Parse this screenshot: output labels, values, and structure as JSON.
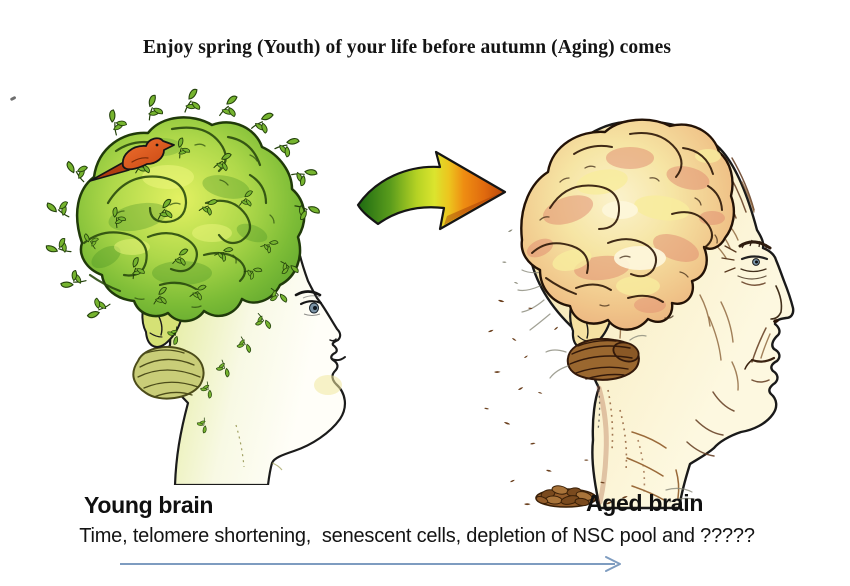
{
  "title": "Enjoy spring (Youth) of your life before autumn (Aging) comes",
  "figures": {
    "left": {
      "name": "young-brain-illustration",
      "label": "Young brain"
    },
    "right": {
      "name": "aged-brain-illustration",
      "label": "Aged brain"
    }
  },
  "caption": "Time, telomere shortening,  senescent cells, depletion of NSC pool and ?????",
  "icons": {
    "transition_arrow": "green-to-orange-curved-arrow",
    "timeline_arrow": "blue-right-arrow",
    "bird": "red-bird"
  },
  "colors": {
    "spring_green_light": "#cfe44c",
    "spring_green_dark": "#4e9a2e",
    "bird_red": "#dd5a1e",
    "autumn_cream": "#f6e9bd",
    "autumn_pink": "#e39a7c",
    "dry_leaf_brown": "#7a4a22",
    "timeline_arrow_blue": "#7e9cc0",
    "text": "#141414"
  }
}
